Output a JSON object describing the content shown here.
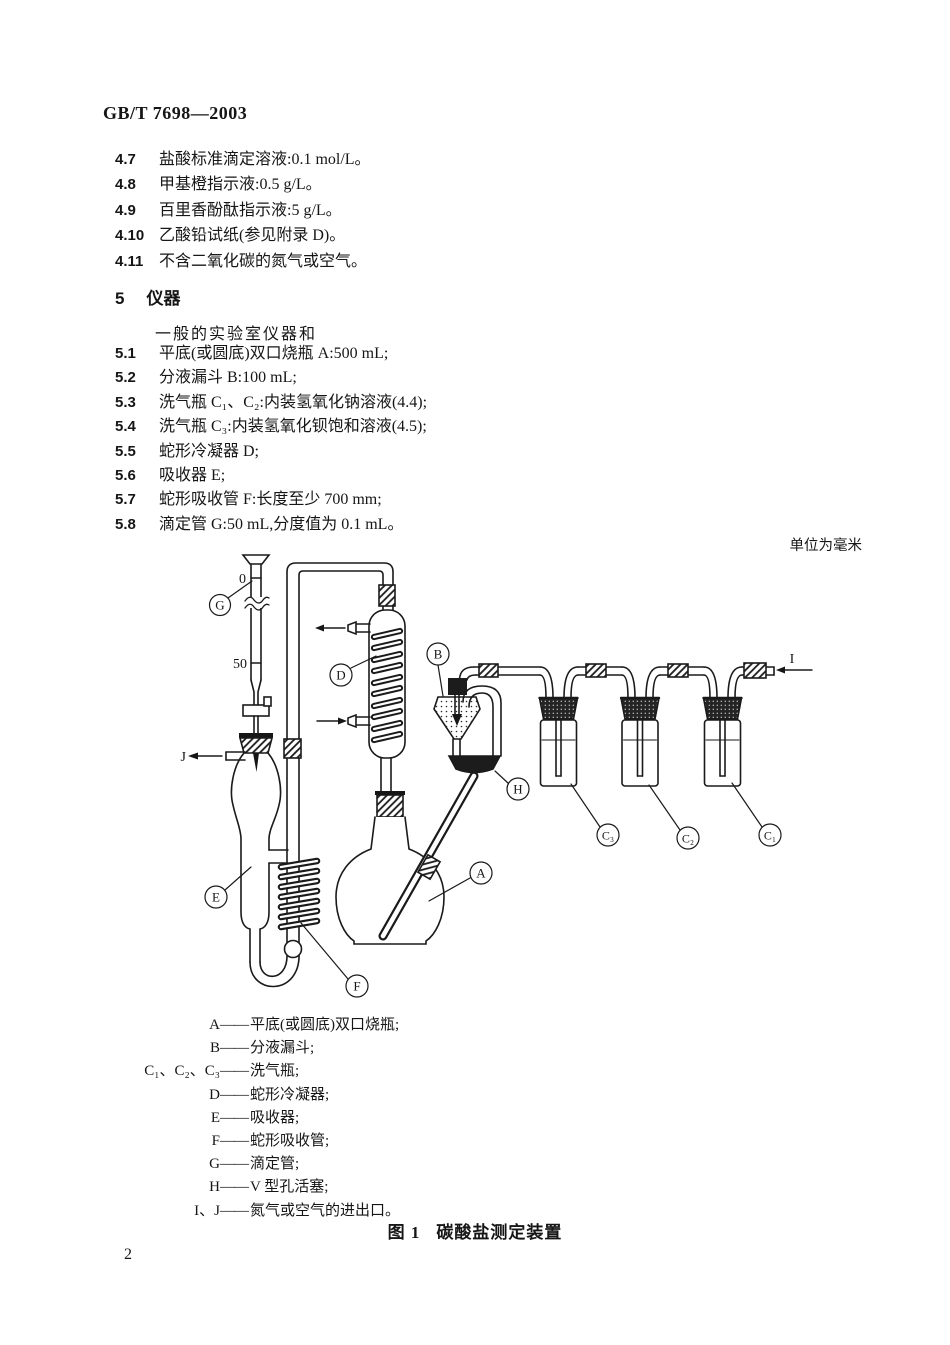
{
  "page": {
    "header": "GB/T 7698—2003",
    "units_note": "单位为毫米",
    "figure_caption_prefix": "图 1",
    "figure_caption": "碳酸盐测定装置",
    "page_number": "2"
  },
  "section4": {
    "items": [
      {
        "num": "4.7",
        "text": "盐酸标准滴定溶液:0.1 mol/L。"
      },
      {
        "num": "4.8",
        "text": "甲基橙指示液:0.5 g/L。"
      },
      {
        "num": "4.9",
        "text": "百里香酚酞指示液:5 g/L。"
      },
      {
        "num": "4.10",
        "text": "乙酸铅试纸(参见附录 D)。"
      },
      {
        "num": "4.11",
        "text": "不含二氧化碳的氮气或空气。"
      }
    ]
  },
  "section5": {
    "num": "5",
    "title": "仪器",
    "intro": "一般的实验室仪器和",
    "items": [
      {
        "num": "5.1",
        "text": "平底(或圆底)双口烧瓶 A:500 mL;"
      },
      {
        "num": "5.2",
        "text": "分液漏斗 B:100 mL;"
      },
      {
        "num": "5.3",
        "text": "洗气瓶 C₁、C₂:内装氢氧化钠溶液(4.4);"
      },
      {
        "num": "5.4",
        "text": "洗气瓶 C₃:内装氢氧化钡饱和溶液(4.5);"
      },
      {
        "num": "5.5",
        "text": "蛇形冷凝器 D;"
      },
      {
        "num": "5.6",
        "text": "吸收器 E;"
      },
      {
        "num": "5.7",
        "text": "蛇形吸收管 F:长度至少 700 mm;"
      },
      {
        "num": "5.8",
        "text": "滴定管 G:50 mL,分度值为 0.1 mL。"
      }
    ]
  },
  "diagram": {
    "burette_scale": {
      "top": "0",
      "mid": "50"
    },
    "labels": {
      "A": "A",
      "B": "B",
      "D": "D",
      "E": "E",
      "F": "F",
      "G": "G",
      "H": "H",
      "I": "I",
      "J": "J",
      "C1": "C₁",
      "C2": "C₂",
      "C3": "C₃"
    }
  },
  "legend": {
    "items": [
      {
        "key": "A",
        "dash": "——",
        "text": "平底(或圆底)双口烧瓶;"
      },
      {
        "key": "B",
        "dash": "——",
        "text": "分液漏斗;"
      },
      {
        "key": "C₁、C₂、C₃",
        "dash": "——",
        "text": "洗气瓶;"
      },
      {
        "key": "D",
        "dash": "——",
        "text": "蛇形冷凝器;"
      },
      {
        "key": "E",
        "dash": "——",
        "text": "吸收器;"
      },
      {
        "key": "F",
        "dash": "——",
        "text": "蛇形吸收管;"
      },
      {
        "key": "G",
        "dash": "——",
        "text": "滴定管;"
      },
      {
        "key": "H",
        "dash": "——",
        "text": "V 型孔活塞;"
      },
      {
        "key": "I、J",
        "dash": "——",
        "text": "氮气或空气的进出口。"
      }
    ]
  }
}
